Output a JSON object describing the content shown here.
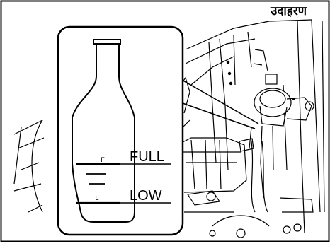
{
  "caption": "उदाहरण",
  "labels": {
    "full_marker": "F",
    "low_marker": "L",
    "full_label": "FULL",
    "low_label": "LOW"
  },
  "icons": {
    "bottle": "coolant-reservoir-gauge-icon"
  },
  "colors": {
    "ink": "#000000",
    "background": "#ffffff"
  }
}
